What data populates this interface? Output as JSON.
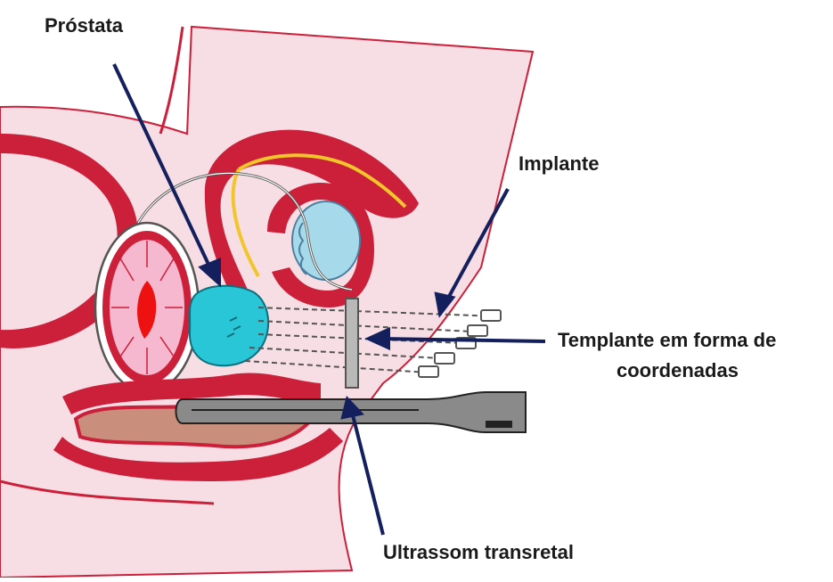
{
  "labels": {
    "prostate": "Próstata",
    "implant": "Implante",
    "template_line1": "Templante em forma de",
    "template_line2": "coordenadas",
    "ultrasound": "Ultrassom transretal"
  },
  "colors": {
    "tissue_fill": "#f7dde4",
    "muscle_red": "#cc1f3a",
    "prostate_cyan": "#29c6d8",
    "seminal_blue": "#a6d9ea",
    "gland_pink": "#f6b8cf",
    "urethra_red": "#ee1111",
    "rectum_brown": "#c98f7c",
    "urethra_yellow": "#f0c62a",
    "arrow_navy": "#14205e",
    "probe_gray": "#8a8a8a",
    "template_gray": "#b9b9b9"
  }
}
